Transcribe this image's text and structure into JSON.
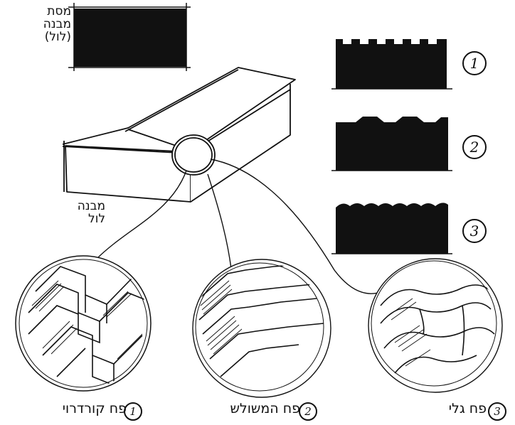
{
  "colors": {
    "ink": "#111111",
    "paper": "#ffffff"
  },
  "labels": {
    "top_left": [
      "מסת",
      "מבנה",
      "(לול)"
    ],
    "building": [
      "מבנה",
      "לול"
    ]
  },
  "profiles": [
    {
      "number": "1",
      "shape": "square-corrugated"
    },
    {
      "number": "2",
      "shape": "trapezoidal"
    },
    {
      "number": "3",
      "shape": "wave"
    }
  ],
  "details": [
    {
      "number": "1",
      "caption": "פח קורדרוי"
    },
    {
      "number": "2",
      "caption": "פח המשולש"
    },
    {
      "number": "3",
      "caption": "פח גלי"
    }
  ]
}
